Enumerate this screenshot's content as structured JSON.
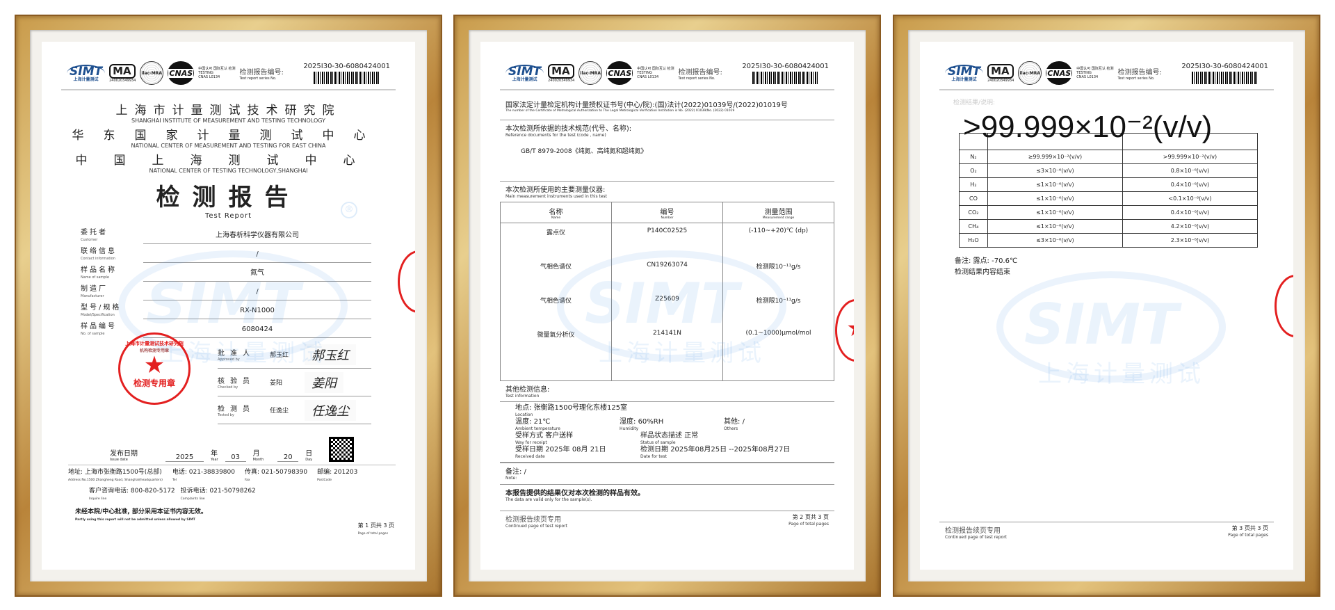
{
  "header": {
    "logo_simt": "SIMT",
    "logo_simt_cn": "上海计量测试",
    "ma": "MA",
    "ma_no": "240020349934",
    "ilac": "ilac-MRA",
    "cnas": "CNAS",
    "cnas_cn": "中国认可 国际互认 检测",
    "cnas_testing": "TESTING",
    "cnas_no": "CNAS L0134",
    "report_no_label": "检测报告编号:",
    "report_no_label_en": "Test report series No.",
    "report_no": "2025I30-30-6080424001"
  },
  "watermark": {
    "text": "SIMT",
    "cn": "上海计量测试"
  },
  "page1": {
    "org1": "上海市计量测试技术研究院",
    "org1_en": "SHANGHAI INSTITUTE OF MEASUREMENT AND TESTING TECHNOLOGY",
    "org2": "华东国家计量测试中心",
    "org2_en": "NATIONAL CENTER OF MEASUREMENT AND TESTING FOR EAST CHINA",
    "org3": "中国上海测试中心",
    "org3_en": "NATIONAL CENTER OF TESTING TECHNOLOGY,SHANGHAI",
    "title": "检测报告",
    "title_en": "Test Report",
    "fields": [
      {
        "label": "委托者",
        "label_en": "Customer",
        "value": "上海春析科学仪器有限公司"
      },
      {
        "label": "联络信息",
        "label_en": "Contact information",
        "value": "/"
      },
      {
        "label": "样品名称",
        "label_en": "Name of sample",
        "value": "氮气"
      },
      {
        "label": "制造厂",
        "label_en": "Manufacturer",
        "value": "/"
      },
      {
        "label": "型号/规格",
        "label_en": "Model/Specification",
        "value": "RX-N1000"
      },
      {
        "label": "样品编号",
        "label_en": "No. of sample",
        "value": "6080424"
      }
    ],
    "signatures": [
      {
        "label": "批准人",
        "label_en": "Approved by",
        "name": "郝玉红",
        "signature": "郝玉红"
      },
      {
        "label": "核验员",
        "label_en": "Checked by",
        "name": "姜阳",
        "signature": "姜阳"
      },
      {
        "label": "检测员",
        "label_en": "Tested by",
        "name": "任逸尘",
        "signature": "任逸尘"
      }
    ],
    "stamp": {
      "outer": "上海市计量测试技术研究院",
      "inner": "机构检测专用章",
      "bottom": "检测专用章"
    },
    "issue": {
      "label": "发布日期",
      "label_en": "Issue date",
      "year": "2025",
      "year_l": "年",
      "year_en": "Year",
      "month": "03",
      "month_l": "月",
      "month_en": "Month",
      "day": "20",
      "day_l": "日",
      "day_en": "Day"
    },
    "address": "地址: 上海市张衡路1500号(总部)",
    "address_en": "Address No.1500 Zhangheng Road, Shanghai(headquarters)",
    "tel": "电话: 021-38839800",
    "tel_en": "Tel",
    "fax": "传真: 021-50798390",
    "fax_en": "Fax",
    "post": "邮编: 201203",
    "post_en": "PostCode",
    "inquiry": "客户咨询电话: 800-820-5172",
    "inquiry_en": "Inquire line",
    "complaint": "投诉电话: 021-50798262",
    "complaint_en": "Complaints line",
    "notice": "未经本院/中心批准, 部分采用本证书内容无效。",
    "notice_en": "Partly using this report will not be admitted unless allowed by SIMT",
    "page": "第 1 页共 3 页",
    "page_en": "Page   of total   pages"
  },
  "page2": {
    "auth": "国家法定计量检定机构计量授权证书号(中心/院):(国)法计(2022)01039号/(2022)01019号",
    "auth_en": "The number of the Certificate of Metrological Authorization to The Legal Metrological Verification Institution is No. (2022) 01039/No. (2022) 01019",
    "ref_label": "本次检测所依据的技术规范(代号、名称):",
    "ref_label_en": "Reference documents for the test (code , name)",
    "ref": "GB/T 8979-2008《纯氮、高纯氮和超纯氮》",
    "inst_label": "本次检测所使用的主要测量仪器:",
    "inst_label_en": "Main measurement instruments used in this test",
    "columns": [
      {
        "cn": "名称",
        "en": "Name"
      },
      {
        "cn": "编号",
        "en": "Number"
      },
      {
        "cn": "测量范围",
        "en": "Measurement range"
      }
    ],
    "instruments": [
      {
        "name": "露点仪",
        "number": "P140C02525",
        "range": "(-110~+20)℃ (dp)"
      },
      {
        "name": "气相色谱仪",
        "number": "CN19263074",
        "range": "检测限10⁻¹¹g/s"
      },
      {
        "name": "气相色谱仪",
        "number": "Z25609",
        "range": "检测限10⁻¹¹g/s"
      },
      {
        "name": "微量氧分析仪",
        "number": "214141N",
        "range": "(0.1~1000)μmol/mol"
      }
    ],
    "info_label": "其他检测信息:",
    "info_label_en": "Test information",
    "location_l": "地点:",
    "location_en": "Location",
    "location": "张衡路1500号理化东楼125室",
    "temp_l": "温度:",
    "temp_en": "Ambient temperature",
    "temp": "21℃",
    "hum_l": "湿度:",
    "hum_en": "Humidity",
    "hum": "60%RH",
    "other_l": "其他:",
    "other_en": "Others",
    "other": "/",
    "receipt_l": "受样方式",
    "receipt_en": "Way for receipt",
    "receipt": "客户送样",
    "status_l": "样品状态描述",
    "status_en": "Status of sample",
    "status": "正常",
    "recv_l": "受样日期",
    "recv_en": "Received date",
    "recv": "2025年 08月 21日",
    "test_l": "检测日期",
    "test_en": "Date for test",
    "test": "2025年08月25日 --2025年08月27日",
    "note_l": "备注:",
    "note_en": "Note:",
    "note": "/",
    "valid": "本报告提供的结果仅对本次检测的样品有效。",
    "valid_en": "The data are valid only for the sample(s).",
    "cont": "检测报告续页专用",
    "cont_en": "Continued page of test report",
    "page": "第 2 页共 3 页",
    "page_en": "Page   of total   pages"
  },
  "page3": {
    "results_label": "检测结果/说明:",
    "overlay": ">99.999×10⁻²(v/v)",
    "rows": [
      {
        "item": "N₂",
        "spec": "≥99.999×10⁻²(v/v)",
        "result": ">99.999×10⁻²(v/v)"
      },
      {
        "item": "O₂",
        "spec": "≤3×10⁻⁶(v/v)",
        "result": "0.8×10⁻⁶(v/v)"
      },
      {
        "item": "H₂",
        "spec": "≤1×10⁻⁶(v/v)",
        "result": "0.4×10⁻⁶(v/v)"
      },
      {
        "item": "CO",
        "spec": "≤1×10⁻⁶(v/v)",
        "result": "<0.1×10⁻⁶(v/v)"
      },
      {
        "item": "CO₂",
        "spec": "≤1×10⁻⁶(v/v)",
        "result": "0.4×10⁻⁶(v/v)"
      },
      {
        "item": "CH₄",
        "spec": "≤1×10⁻⁶(v/v)",
        "result": "4.2×10⁻⁶(v/v)"
      },
      {
        "item": "H₂O",
        "spec": "≤3×10⁻⁶(v/v)",
        "result": "2.3×10⁻⁶(v/v)"
      }
    ],
    "note": "备注: 露点: -70.6℃",
    "end": "检测结果内容结束",
    "cont": "检测报告续页专用",
    "cont_en": "Continued page of test report",
    "page": "第 3 页共 3 页",
    "page_en": "Page   of total   pages"
  },
  "colors": {
    "frame_gold": "#c89a4a",
    "stamp_red": "#e32020",
    "watermark_blue": "#5aa0e6",
    "simt_blue": "#1d4f8f"
  }
}
